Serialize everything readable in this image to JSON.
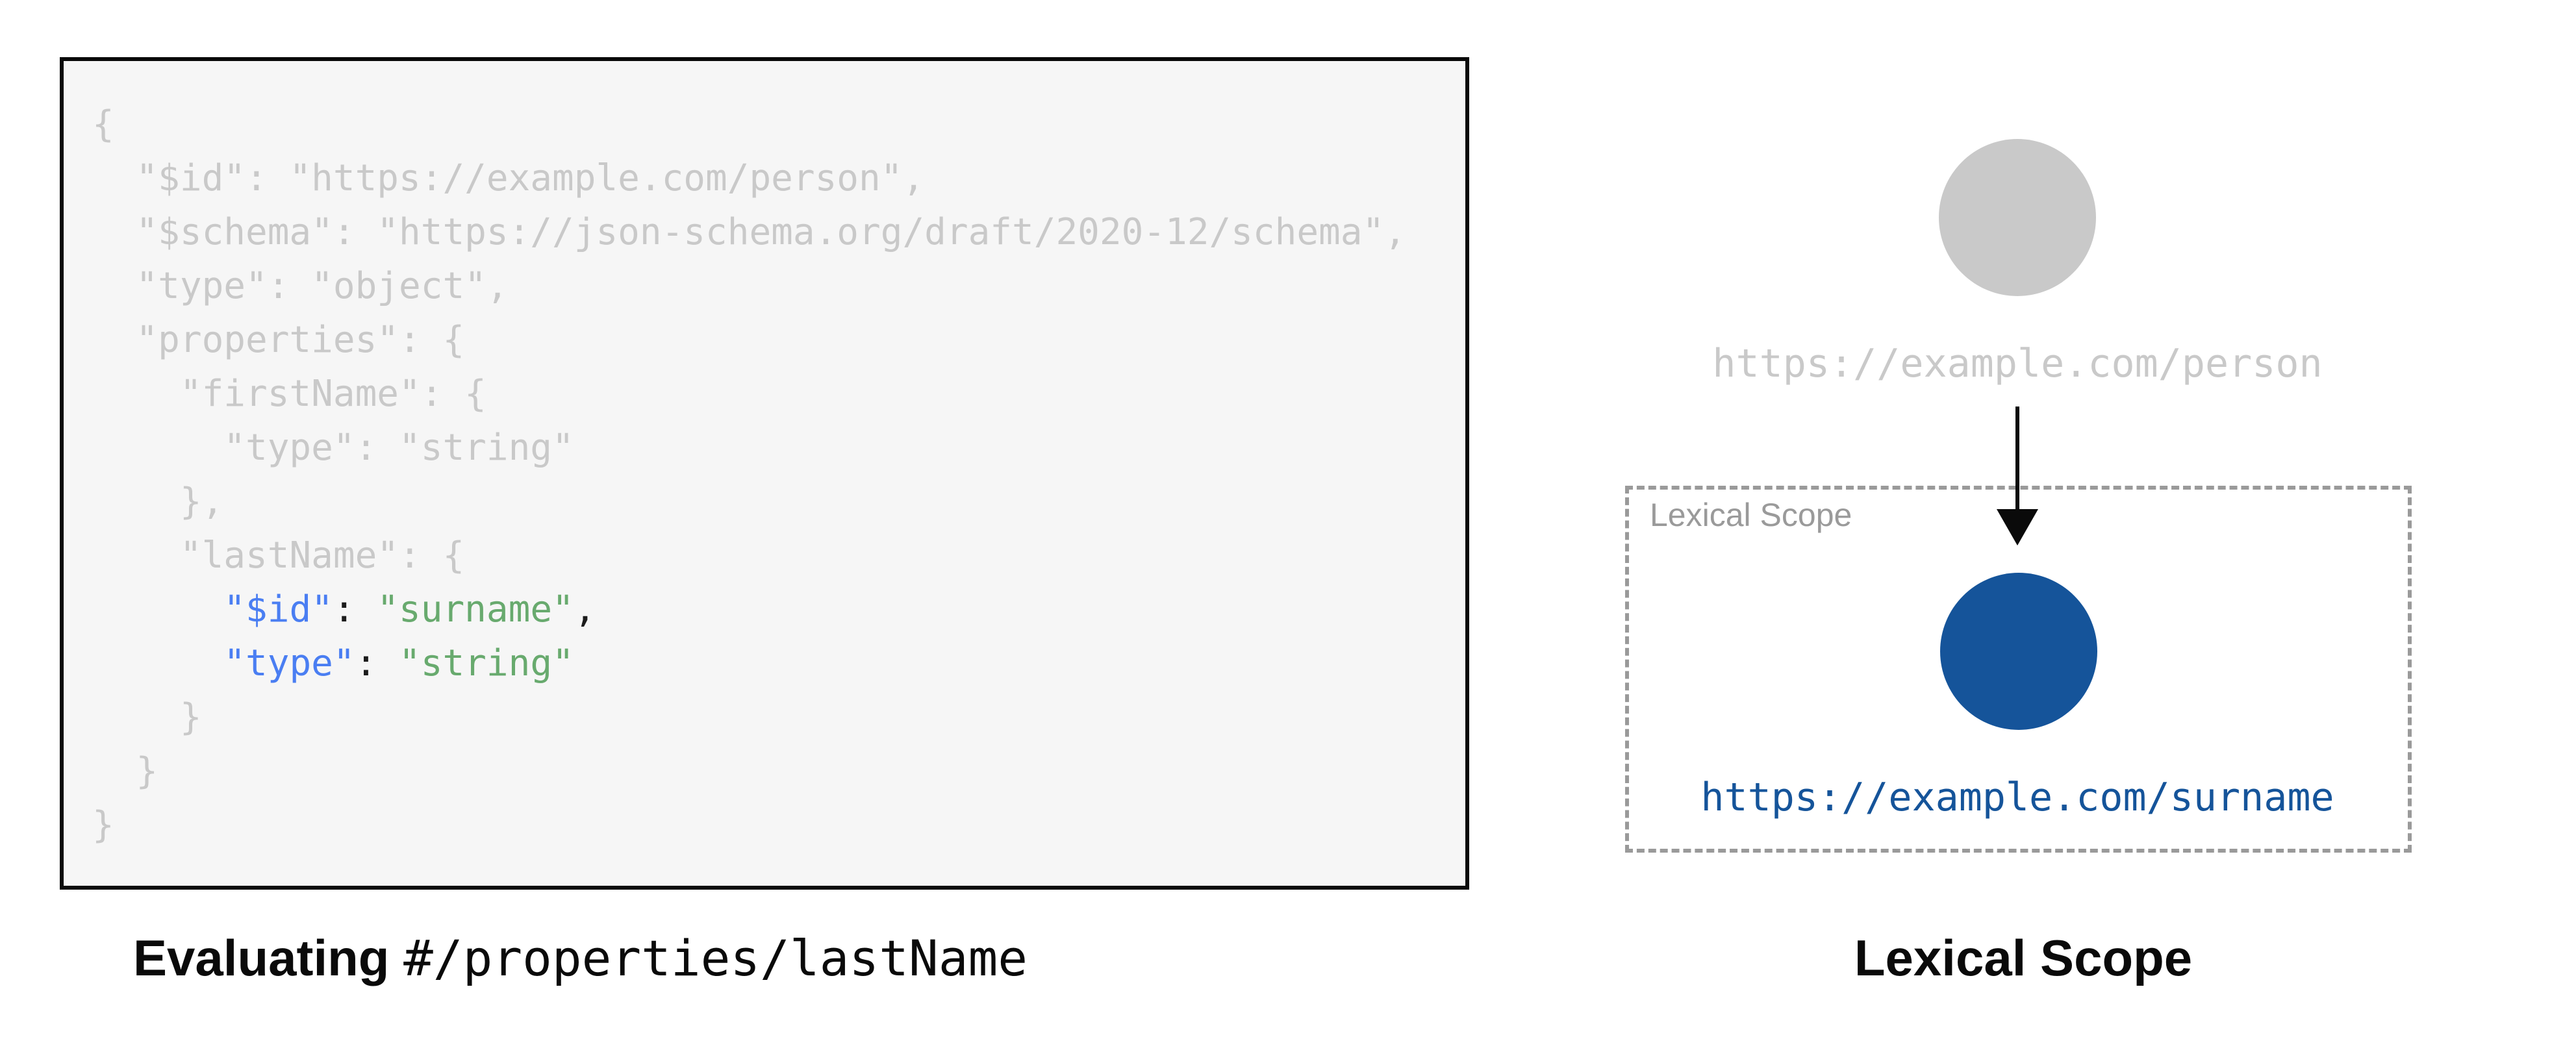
{
  "figure_left": {
    "caption": {
      "bold_text": "Evaluating",
      "mono_text": "#/properties/lastName"
    },
    "code_lines": [
      {
        "segments": [
          {
            "t": "{",
            "c": "gray"
          }
        ]
      },
      {
        "segments": [
          {
            "t": "  \"$id\": \"https://example.com/person\",",
            "c": "gray"
          }
        ]
      },
      {
        "segments": [
          {
            "t": "  \"$schema\": \"https://json-schema.org/draft/2020-12/schema\",",
            "c": "gray"
          }
        ]
      },
      {
        "segments": [
          {
            "t": "  \"type\": \"object\",",
            "c": "gray"
          }
        ]
      },
      {
        "segments": [
          {
            "t": "  \"properties\": {",
            "c": "gray"
          }
        ]
      },
      {
        "segments": [
          {
            "t": "    \"firstName\": {",
            "c": "gray"
          }
        ]
      },
      {
        "segments": [
          {
            "t": "      \"type\": \"string\"",
            "c": "gray"
          }
        ]
      },
      {
        "segments": [
          {
            "t": "    },",
            "c": "gray"
          }
        ]
      },
      {
        "segments": [
          {
            "t": "    \"lastName\": {",
            "c": "gray"
          }
        ]
      },
      {
        "segments": [
          {
            "t": "      ",
            "c": "gray"
          },
          {
            "t": "\"$id\"",
            "c": "blue"
          },
          {
            "t": ":",
            "c": "dark"
          },
          {
            "t": " ",
            "c": "gray"
          },
          {
            "t": "\"surname\"",
            "c": "green"
          },
          {
            "t": ",",
            "c": "dark"
          }
        ]
      },
      {
        "segments": [
          {
            "t": "      ",
            "c": "gray"
          },
          {
            "t": "\"type\"",
            "c": "blue"
          },
          {
            "t": ":",
            "c": "dark"
          },
          {
            "t": " ",
            "c": "gray"
          },
          {
            "t": "\"string\"",
            "c": "green"
          }
        ]
      },
      {
        "segments": [
          {
            "t": "    }",
            "c": "gray"
          }
        ]
      },
      {
        "segments": [
          {
            "t": "  }",
            "c": "gray"
          }
        ]
      },
      {
        "segments": [
          {
            "t": "}",
            "c": "gray"
          }
        ]
      }
    ]
  },
  "figure_right": {
    "person_node_label": "https://example.com/person",
    "scope_box_label": "Lexical Scope",
    "surname_node_label": "https://example.com/surname",
    "caption": "Lexical Scope"
  },
  "colors": {
    "code_muted_gray": "#c9c9c9",
    "code_key_blue": "#4a7ef2",
    "code_value_green": "#68aa6e",
    "code_punct_dark": "#1c1c1c",
    "panel_background": "#f6f6f6",
    "panel_border": "#0a0a0a",
    "person_node_gray": "#c9c9c9",
    "scope_border_gray": "#9a9a9a",
    "surname_node_blue": "#15549a"
  }
}
